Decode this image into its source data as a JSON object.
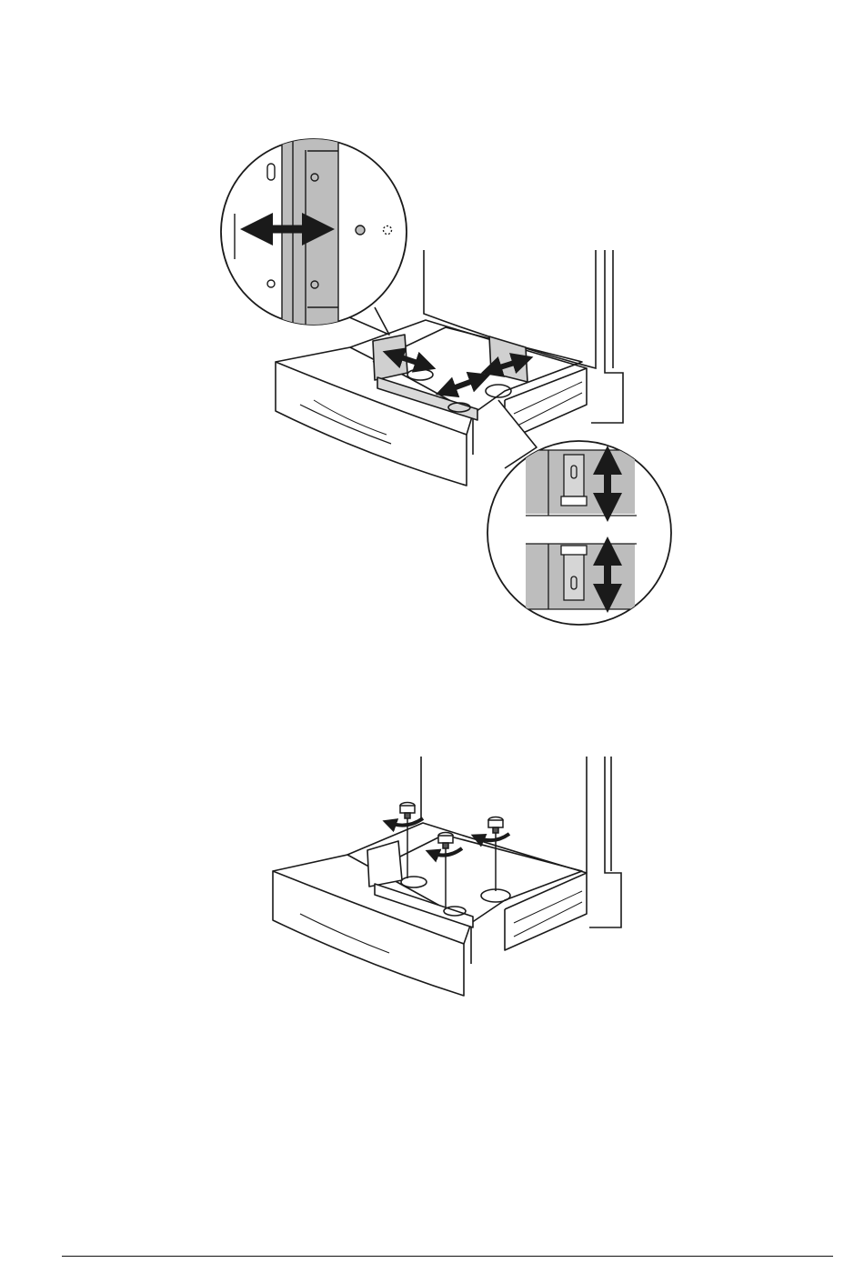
{
  "page": {
    "background": "#ffffff",
    "ink_color": "#1a1a1a",
    "highlight_color": "#bdbdbd",
    "text": []
  },
  "figures": [
    {
      "id": "paper-guide-adjustment",
      "callouts": [
        "zoom-side-guide-slide",
        "zoom-end-guide-height"
      ],
      "arrows": [
        "double-horizontal",
        "double-horizontal",
        "double-horizontal",
        "double-vertical",
        "double-vertical"
      ]
    },
    {
      "id": "remove-guide-screws",
      "screw_count": 3,
      "rotation_arrows": 3
    }
  ]
}
